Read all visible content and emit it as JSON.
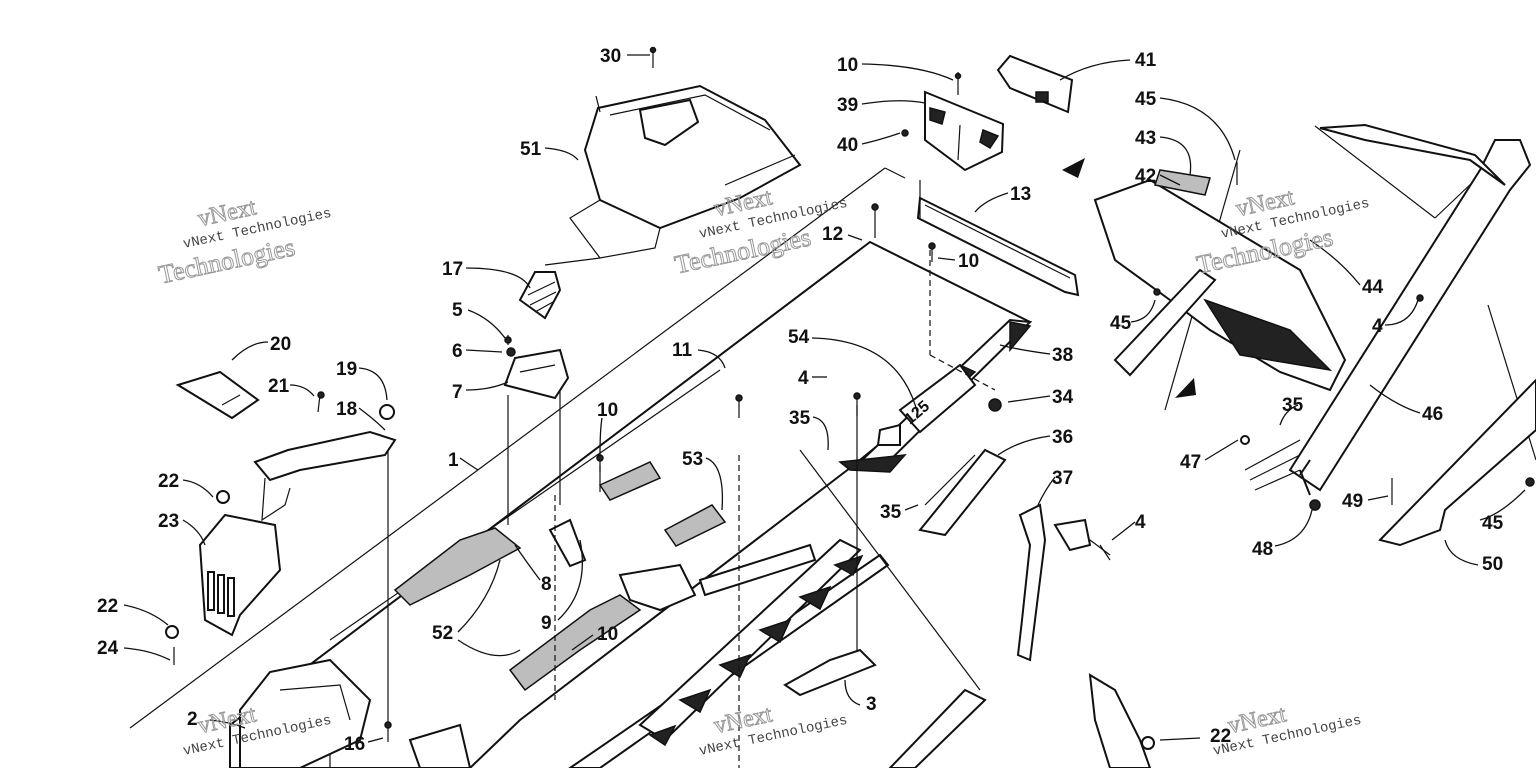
{
  "watermark": {
    "brand": "vNext Technologies",
    "line1": "vNext",
    "line2": "Technologies"
  },
  "callouts": [
    {
      "id": "c30",
      "text": "30"
    },
    {
      "id": "c51",
      "text": "51"
    },
    {
      "id": "c10a",
      "text": "10"
    },
    {
      "id": "c39",
      "text": "39"
    },
    {
      "id": "c40",
      "text": "40"
    },
    {
      "id": "c41",
      "text": "41"
    },
    {
      "id": "c45a",
      "text": "45"
    },
    {
      "id": "c43",
      "text": "43"
    },
    {
      "id": "c42",
      "text": "42"
    },
    {
      "id": "c13",
      "text": "13"
    },
    {
      "id": "c12",
      "text": "12"
    },
    {
      "id": "c10b",
      "text": "10"
    },
    {
      "id": "c17",
      "text": "17"
    },
    {
      "id": "c5",
      "text": "5"
    },
    {
      "id": "c6",
      "text": "6"
    },
    {
      "id": "c7",
      "text": "7"
    },
    {
      "id": "c20",
      "text": "20"
    },
    {
      "id": "c21",
      "text": "21"
    },
    {
      "id": "c19",
      "text": "19"
    },
    {
      "id": "c18",
      "text": "18"
    },
    {
      "id": "c11",
      "text": "11"
    },
    {
      "id": "c54",
      "text": "54"
    },
    {
      "id": "c38",
      "text": "38"
    },
    {
      "id": "c44",
      "text": "44"
    },
    {
      "id": "c45b",
      "text": "45"
    },
    {
      "id": "c4a",
      "text": "4"
    },
    {
      "id": "c4b",
      "text": "4"
    },
    {
      "id": "c35a",
      "text": "35"
    },
    {
      "id": "c34",
      "text": "34"
    },
    {
      "id": "c10c",
      "text": "10"
    },
    {
      "id": "c1",
      "text": "1"
    },
    {
      "id": "c53",
      "text": "53"
    },
    {
      "id": "c36",
      "text": "36"
    },
    {
      "id": "c35b",
      "text": "35"
    },
    {
      "id": "c46",
      "text": "46"
    },
    {
      "id": "c47",
      "text": "47"
    },
    {
      "id": "c22a",
      "text": "22"
    },
    {
      "id": "c23",
      "text": "23"
    },
    {
      "id": "c37",
      "text": "37"
    },
    {
      "id": "c35c",
      "text": "35"
    },
    {
      "id": "c4c",
      "text": "4"
    },
    {
      "id": "c48",
      "text": "48"
    },
    {
      "id": "c49",
      "text": "49"
    },
    {
      "id": "c45c",
      "text": "45"
    },
    {
      "id": "c50",
      "text": "50"
    },
    {
      "id": "c8",
      "text": "8"
    },
    {
      "id": "c9",
      "text": "9"
    },
    {
      "id": "c52",
      "text": "52"
    },
    {
      "id": "c10d",
      "text": "10"
    },
    {
      "id": "c22b",
      "text": "22"
    },
    {
      "id": "c24",
      "text": "24"
    },
    {
      "id": "c3",
      "text": "3"
    },
    {
      "id": "c2",
      "text": "2"
    },
    {
      "id": "c16",
      "text": "16"
    },
    {
      "id": "c22c",
      "text": "22"
    }
  ],
  "decal_text": "125",
  "colors": {
    "ink": "#111111",
    "watermark": "#9a9a9a",
    "grip": "#bdbdbd"
  }
}
